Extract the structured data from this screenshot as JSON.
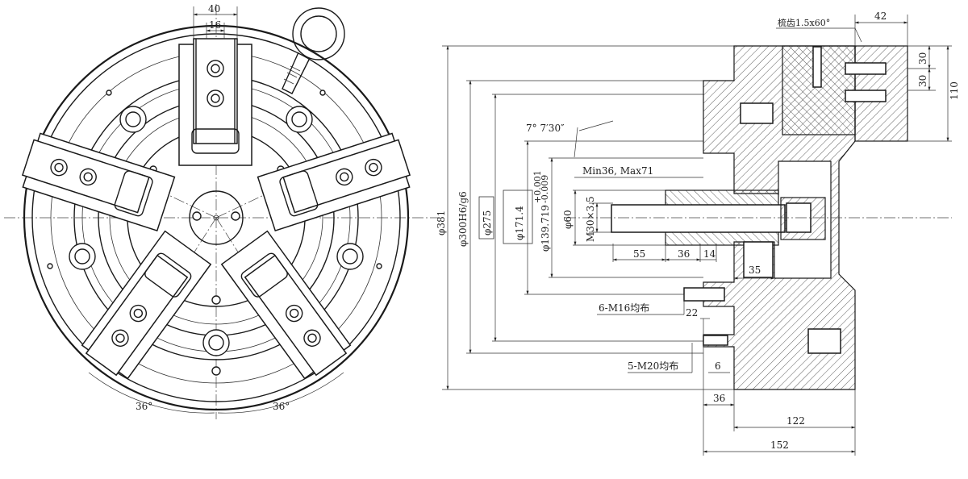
{
  "front_view": {
    "dims": {
      "width_40": "40",
      "width_16": "16",
      "angle_left": "36°",
      "angle_right": "36°"
    }
  },
  "section_view": {
    "labels": {
      "serration": "梳齿1.5x60°",
      "dim_42": "42",
      "dim_30a": "30",
      "dim_30b": "30",
      "dim_110": "110",
      "angle_7": "7° 7′30″",
      "stroke": "Min36, Max71",
      "phi381": "φ381",
      "phi300": "φ300H6/g6",
      "phi275": "φ275",
      "phi171": "φ171.4",
      "phi139": "φ139.719",
      "phi139_tol_upper": "+0.001",
      "phi139_tol_lower": "-0.009",
      "phi60": "φ60",
      "m30": "M30×3.5",
      "dim_55": "55",
      "dim_36a": "36",
      "dim_14": "14",
      "dim_35": "35",
      "m16": "6-M16均布",
      "dim_22": "22",
      "m20": "5-M20均布",
      "dim_6": "6",
      "dim_36b": "36",
      "dim_122": "122",
      "dim_152": "152"
    }
  }
}
